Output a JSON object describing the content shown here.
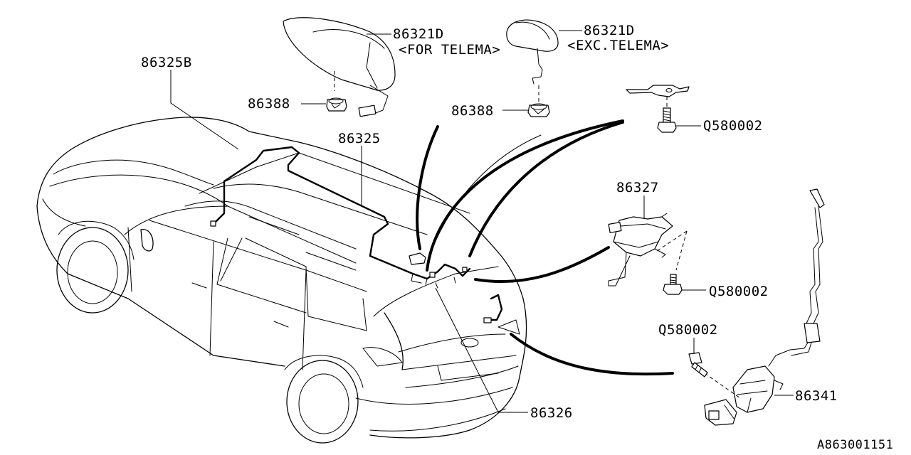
{
  "diagram": {
    "labels": {
      "l_86325b": "86325B",
      "l_86321d_a": "86321D",
      "l_for_telema": "<FOR TELEMA>",
      "l_86321d_b": "86321D",
      "l_exc_telema": "<EXC.TELEMA>",
      "l_86388_a": "86388",
      "l_86388_b": "86388",
      "l_86325": "86325",
      "l_q580002_a": "Q580002",
      "l_86327": "86327",
      "l_q580002_b": "Q580002",
      "l_q580002_c": "Q580002",
      "l_86341": "86341",
      "l_86326": "86326",
      "l_ref": "A863001151"
    }
  }
}
